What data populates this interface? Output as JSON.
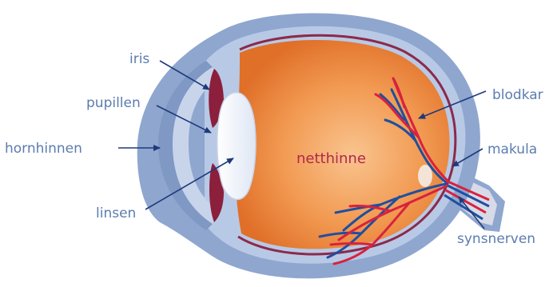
{
  "diagram": {
    "labels": {
      "iris": "iris",
      "pupillen": "pupillen",
      "hornhinnen": "hornhinnen",
      "linsen": "linsen",
      "netthinne": "netthinne",
      "blodkar": "blodkar",
      "makula": "makula",
      "synsnerven": "synsnerven"
    },
    "colors": {
      "label_text": "#5b7cb0",
      "inner_label_text": "#b0284b",
      "sclera_outer": "#8fa6cf",
      "choroid": "#b8c9e6",
      "retina_line": "#8c2a4a",
      "vitreous": "#ee8a3f",
      "cornea_fill": "#c7d4ea",
      "lens": "#e9eef8",
      "iris": "#8c1f3c",
      "artery": "#d8223e",
      "vein": "#1f4fa0",
      "arrow": "#1e3a7a"
    }
  }
}
